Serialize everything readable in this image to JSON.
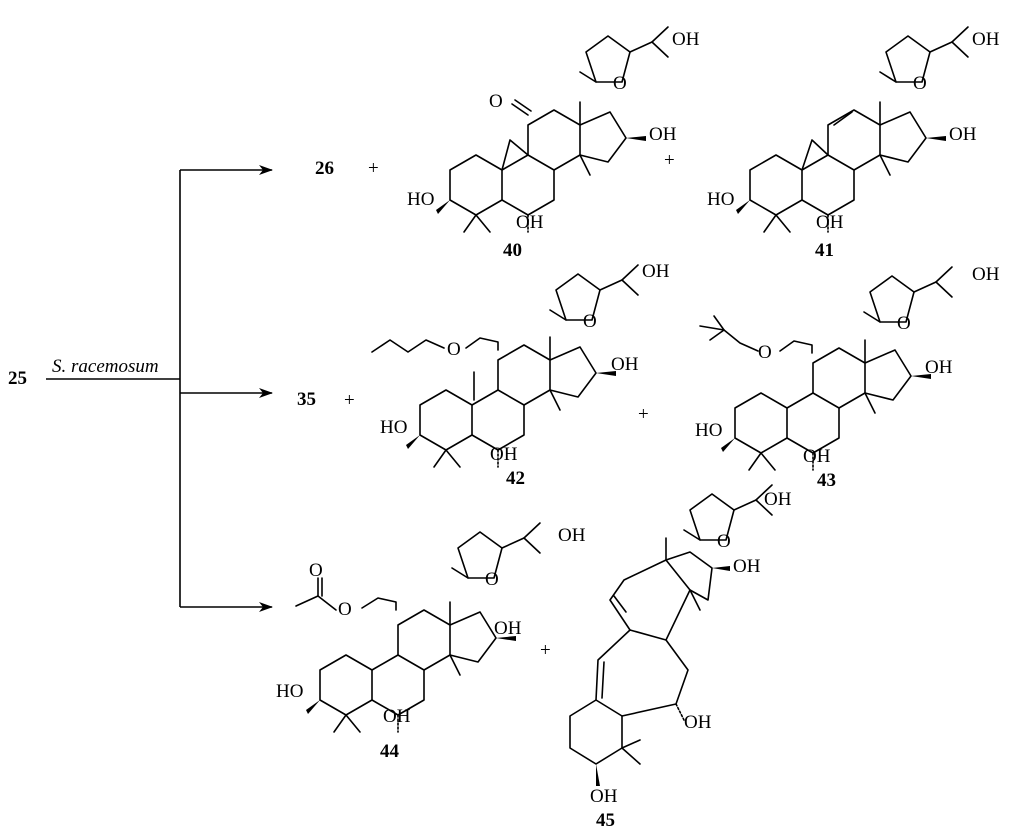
{
  "start_compound": "25",
  "reagent": "S. racemosum",
  "plus": "+",
  "atom_labels": {
    "oh": "OH",
    "ho": "HO",
    "o": "O"
  },
  "rows": [
    {
      "products": [
        "26",
        "40",
        "41"
      ]
    },
    {
      "products": [
        "35",
        "42",
        "43"
      ]
    },
    {
      "products": [
        "44",
        "45"
      ]
    }
  ],
  "colors": {
    "ink": "#000000",
    "background": "#ffffff"
  }
}
